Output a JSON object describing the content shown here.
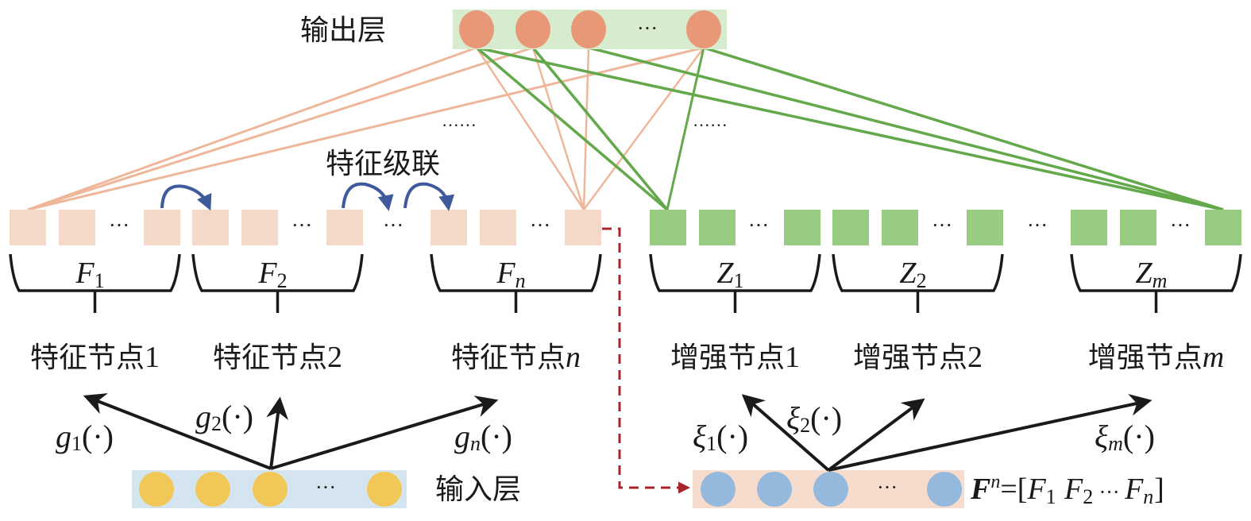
{
  "colors": {
    "output_layer_bg": "#d7ebcf",
    "output_node": "#e99877",
    "feature_node": "#f5d9c8",
    "feature_line": "#efb79a",
    "enhance_node": "#98cc82",
    "enhance_line": "#63a84a",
    "cascade_arrow": "#3f5a9c",
    "input_layer_bg": "#d4e5ef",
    "input_node": "#f1c757",
    "enhance_input_bg": "#f5dccc",
    "enhance_input_node": "#94b9dc",
    "dashed_link": "#a8242b",
    "ink": "#1a1a1a"
  },
  "output_layer": {
    "label": "输出层",
    "node_count_visible": 4,
    "ellipsis": "···"
  },
  "cascade_label": "特征级联",
  "connection_ellipsis": [
    "······",
    "······"
  ],
  "ellipsis": "···",
  "feature_groups": [
    {
      "symbol": "F",
      "subscript": "1",
      "label_prefix": "特征节点",
      "label_suffix": "1",
      "suffix_italic": false
    },
    {
      "symbol": "F",
      "subscript": "2",
      "label_prefix": "特征节点",
      "label_suffix": "2",
      "suffix_italic": false
    },
    {
      "symbol": "F",
      "subscript": "n",
      "label_prefix": "特征节点",
      "label_suffix": "n",
      "suffix_italic": true
    }
  ],
  "enhancement_groups": [
    {
      "symbol": "Z",
      "subscript": "1",
      "label_prefix": "增强节点",
      "label_suffix": "1",
      "suffix_italic": false
    },
    {
      "symbol": "Z",
      "subscript": "2",
      "label_prefix": "增强节点",
      "label_suffix": "2",
      "suffix_italic": false
    },
    {
      "symbol": "Z",
      "subscript": "m",
      "label_prefix": "增强节点",
      "label_suffix": "m",
      "suffix_italic": true
    }
  ],
  "input_layer": {
    "label": "输入层",
    "node_count_visible": 4,
    "mappings": [
      {
        "fn": "g",
        "sub": "1",
        "arg": "(·)"
      },
      {
        "fn": "g",
        "sub": "2",
        "arg": "(·)"
      },
      {
        "fn": "g",
        "sub": "n",
        "arg": "(·)"
      }
    ]
  },
  "enhance_input": {
    "node_count_visible": 4,
    "mappings": [
      {
        "fn": "ξ",
        "sub": "1",
        "arg": "(·)"
      },
      {
        "fn": "ξ",
        "sub": "2",
        "arg": "(·)"
      },
      {
        "fn": "ξ",
        "sub": "m",
        "arg": "(·)"
      }
    ],
    "formula": {
      "lhs": "F",
      "lhs_sup": "n",
      "eq": "=[",
      "terms": [
        {
          "sym": "F",
          "sub": "1"
        },
        {
          "sym": "F",
          "sub": "2"
        },
        {
          "sym": "···",
          "sub": ""
        },
        {
          "sym": "F",
          "sub": "n"
        }
      ],
      "close": "]"
    }
  }
}
